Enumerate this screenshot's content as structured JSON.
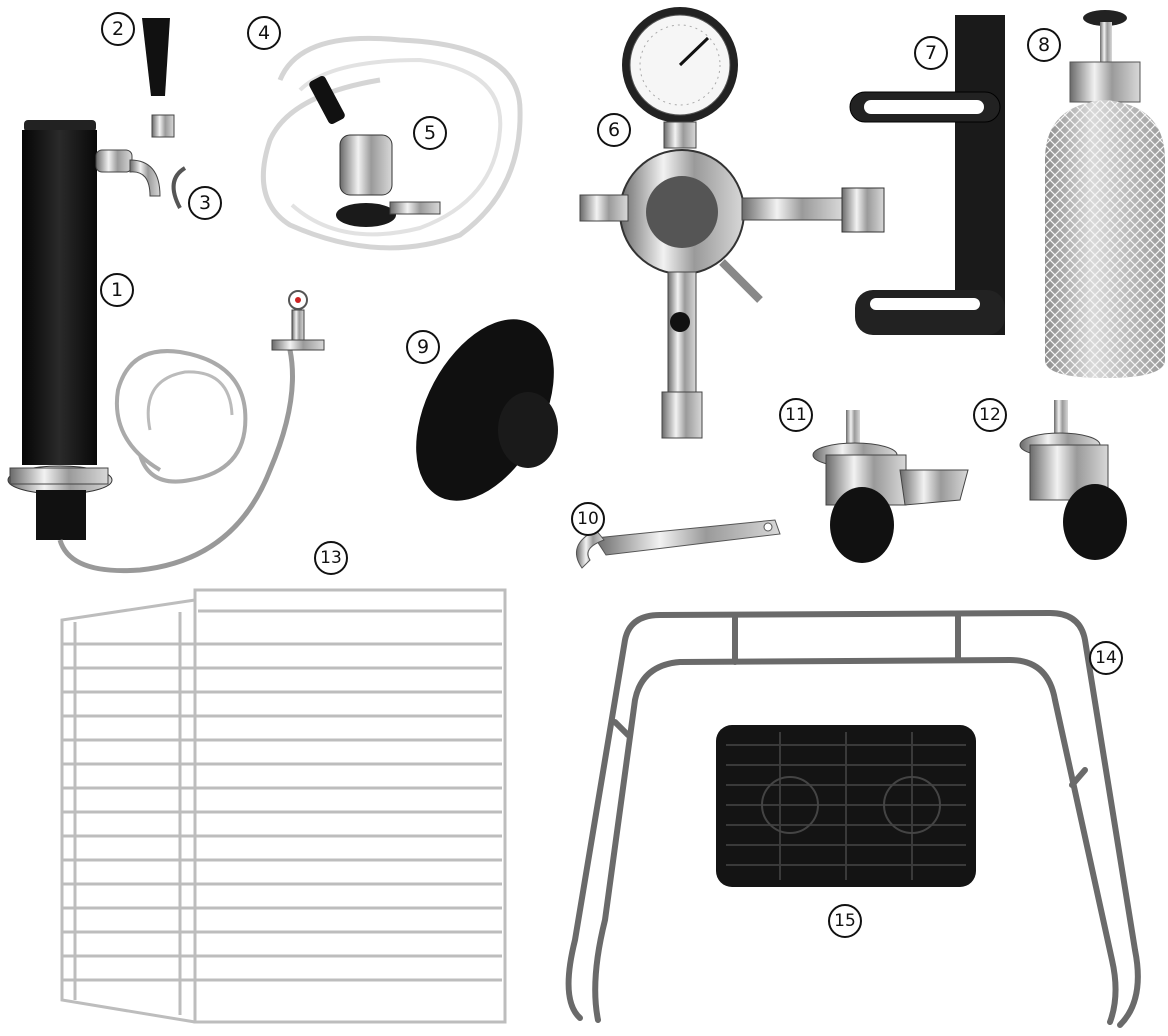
{
  "parts": [
    {
      "id": "tap-tower",
      "number": "1"
    },
    {
      "id": "tap-handle",
      "number": "2"
    },
    {
      "id": "faucet-spring",
      "number": "3"
    },
    {
      "id": "beer-line",
      "number": "4"
    },
    {
      "id": "keg-coupler",
      "number": "5"
    },
    {
      "id": "co2-regulator",
      "number": "6"
    },
    {
      "id": "cylinder-bracket",
      "number": "7"
    },
    {
      "id": "co2-cylinder",
      "number": "8"
    },
    {
      "id": "tower-plug",
      "number": "9"
    },
    {
      "id": "spanner-wrench",
      "number": "10"
    },
    {
      "id": "caster-locking",
      "number": "11"
    },
    {
      "id": "caster",
      "number": "12"
    },
    {
      "id": "wire-shelf",
      "number": "13"
    },
    {
      "id": "guard-rail",
      "number": "14"
    },
    {
      "id": "drip-tray",
      "number": "15"
    }
  ]
}
